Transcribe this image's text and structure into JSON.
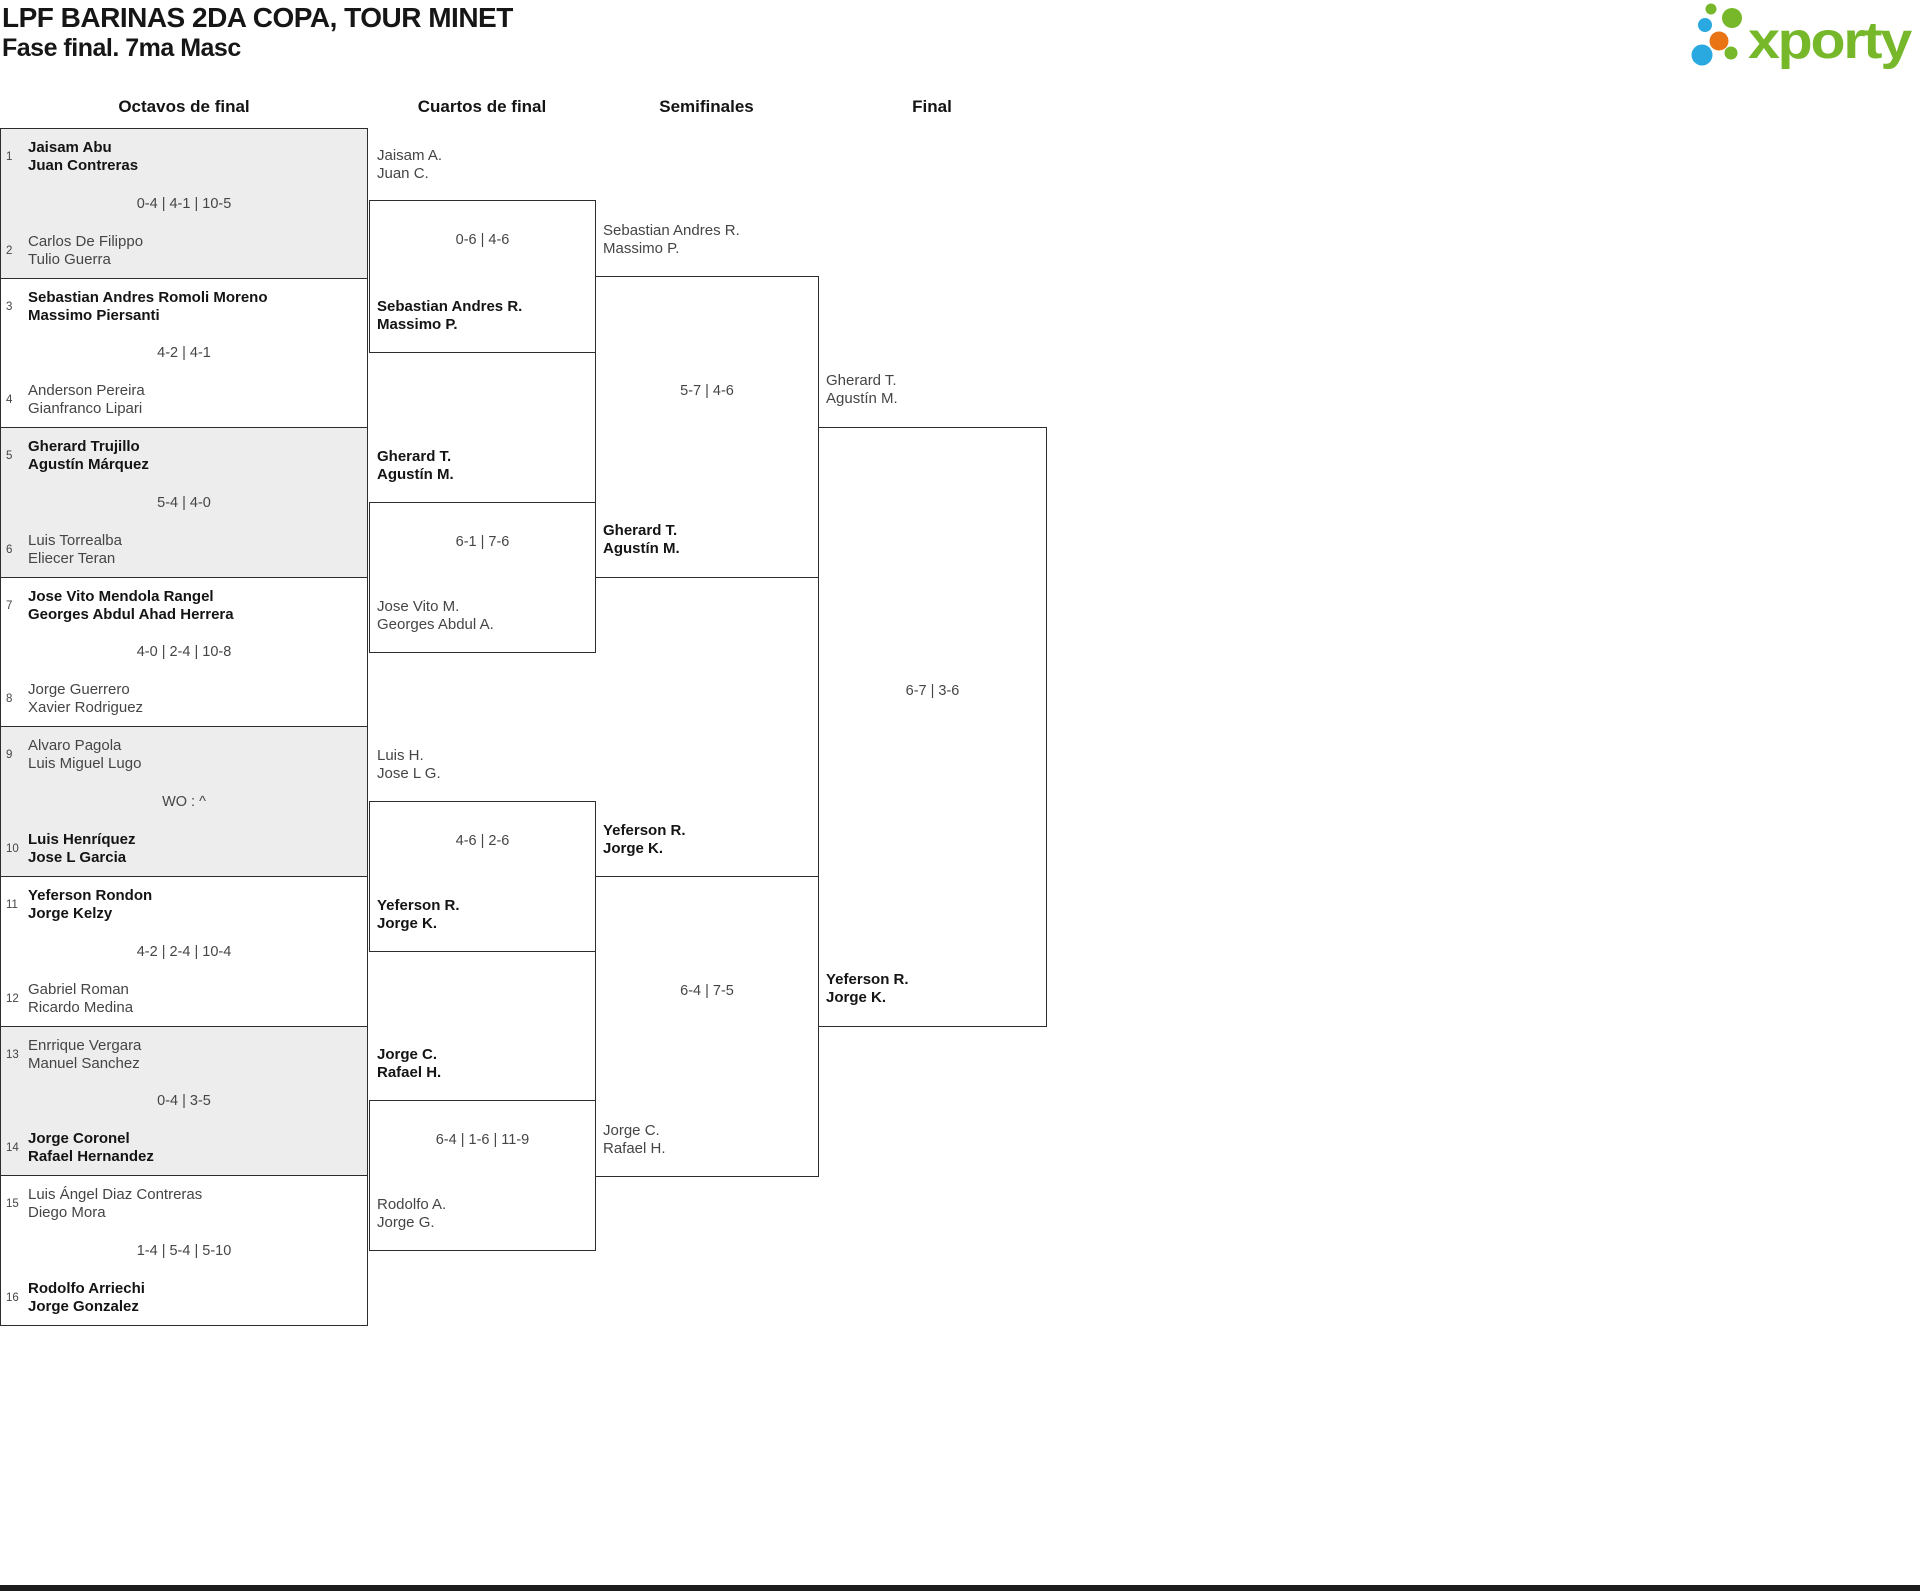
{
  "header": {
    "title": "LPF BARINAS 2DA COPA, TOUR MINET",
    "subtitle": "Fase final. 7ma Masc"
  },
  "logo": {
    "brand": "xporty",
    "colors": {
      "green": "#76b82a",
      "blue": "#29a9e0",
      "orange": "#e87413"
    }
  },
  "rounds": [
    {
      "label": "Octavos de final"
    },
    {
      "label": "Cuartos de final"
    },
    {
      "label": "Semifinales"
    },
    {
      "label": "Final"
    }
  ],
  "bracket": {
    "octavos": [
      {
        "seed_top": "1",
        "top1": "Jaisam Abu",
        "top2": "Juan Contreras",
        "top_winner": true,
        "score": "0-4 | 4-1 | 10-5",
        "seed_bottom": "2",
        "bottom1": "Carlos De Filippo",
        "bottom2": "Tulio Guerra",
        "bottom_winner": false
      },
      {
        "seed_top": "3",
        "top1": "Sebastian Andres Romoli Moreno",
        "top2": "Massimo Piersanti",
        "top_winner": true,
        "score": "4-2 | 4-1",
        "seed_bottom": "4",
        "bottom1": "Anderson Pereira",
        "bottom2": "Gianfranco Lipari",
        "bottom_winner": false
      },
      {
        "seed_top": "5",
        "top1": "Gherard Trujillo",
        "top2": "Agustín Márquez",
        "top_winner": true,
        "score": "5-4 | 4-0",
        "seed_bottom": "6",
        "bottom1": "Luis Torrealba",
        "bottom2": "Eliecer Teran",
        "bottom_winner": false
      },
      {
        "seed_top": "7",
        "top1": "Jose Vito Mendola Rangel",
        "top2": "Georges Abdul Ahad Herrera",
        "top_winner": true,
        "score": "4-0 | 2-4 | 10-8",
        "seed_bottom": "8",
        "bottom1": "Jorge Guerrero",
        "bottom2": "Xavier Rodriguez",
        "bottom_winner": false
      },
      {
        "seed_top": "9",
        "top1": "Alvaro Pagola",
        "top2": "Luis Miguel Lugo",
        "top_winner": false,
        "score": "WO : ^",
        "seed_bottom": "10",
        "bottom1": "Luis Henríquez",
        "bottom2": "Jose L Garcia",
        "bottom_winner": true
      },
      {
        "seed_top": "11",
        "top1": "Yeferson Rondon",
        "top2": "Jorge Kelzy",
        "top_winner": true,
        "score": "4-2 | 2-4 | 10-4",
        "seed_bottom": "12",
        "bottom1": "Gabriel Roman",
        "bottom2": "Ricardo Medina",
        "bottom_winner": false
      },
      {
        "seed_top": "13",
        "top1": "Enrrique Vergara",
        "top2": "Manuel Sanchez",
        "top_winner": false,
        "score": "0-4 | 3-5",
        "seed_bottom": "14",
        "bottom1": "Jorge Coronel",
        "bottom2": "Rafael Hernandez",
        "bottom_winner": true
      },
      {
        "seed_top": "15",
        "top1": "Luis Ángel Diaz Contreras",
        "top2": "Diego Mora",
        "top_winner": false,
        "score": "1-4 | 5-4 | 5-10",
        "seed_bottom": "16",
        "bottom1": "Rodolfo Arriechi",
        "bottom2": "Jorge Gonzalez",
        "bottom_winner": true
      }
    ],
    "cuartos": [
      {
        "top1": "Jaisam A.",
        "top2": "Juan C.",
        "top_winner": false,
        "score": "0-6 | 4-6",
        "bottom1": "Sebastian Andres R.",
        "bottom2": "Massimo P.",
        "bottom_winner": true
      },
      {
        "top1": "Gherard T.",
        "top2": "Agustín M.",
        "top_winner": true,
        "score": "6-1 | 7-6",
        "bottom1": "Jose Vito M.",
        "bottom2": "Georges Abdul A.",
        "bottom_winner": false
      },
      {
        "top1": "Luis H.",
        "top2": "Jose L G.",
        "top_winner": false,
        "score": "4-6 | 2-6",
        "bottom1": "Yeferson R.",
        "bottom2": "Jorge K.",
        "bottom_winner": true
      },
      {
        "top1": "Jorge C.",
        "top2": "Rafael H.",
        "top_winner": true,
        "score": "6-4 | 1-6 | 11-9",
        "bottom1": "Rodolfo A.",
        "bottom2": "Jorge G.",
        "bottom_winner": false
      }
    ],
    "semifinales": [
      {
        "top1": "Sebastian Andres R.",
        "top2": "Massimo P.",
        "top_winner": false,
        "score": "5-7 | 4-6",
        "bottom1": "Gherard T.",
        "bottom2": "Agustín M.",
        "bottom_winner": true
      },
      {
        "top1": "Yeferson R.",
        "top2": "Jorge K.",
        "top_winner": true,
        "score": "6-4 | 7-5",
        "bottom1": "Jorge C.",
        "bottom2": "Rafael H.",
        "bottom_winner": false
      }
    ],
    "final": {
      "top1": "Gherard T.",
      "top2": "Agustín M.",
      "top_winner": false,
      "score": "6-7 | 3-6",
      "bottom1": "Yeferson R.",
      "bottom2": "Jorge K.",
      "bottom_winner": true
    }
  }
}
